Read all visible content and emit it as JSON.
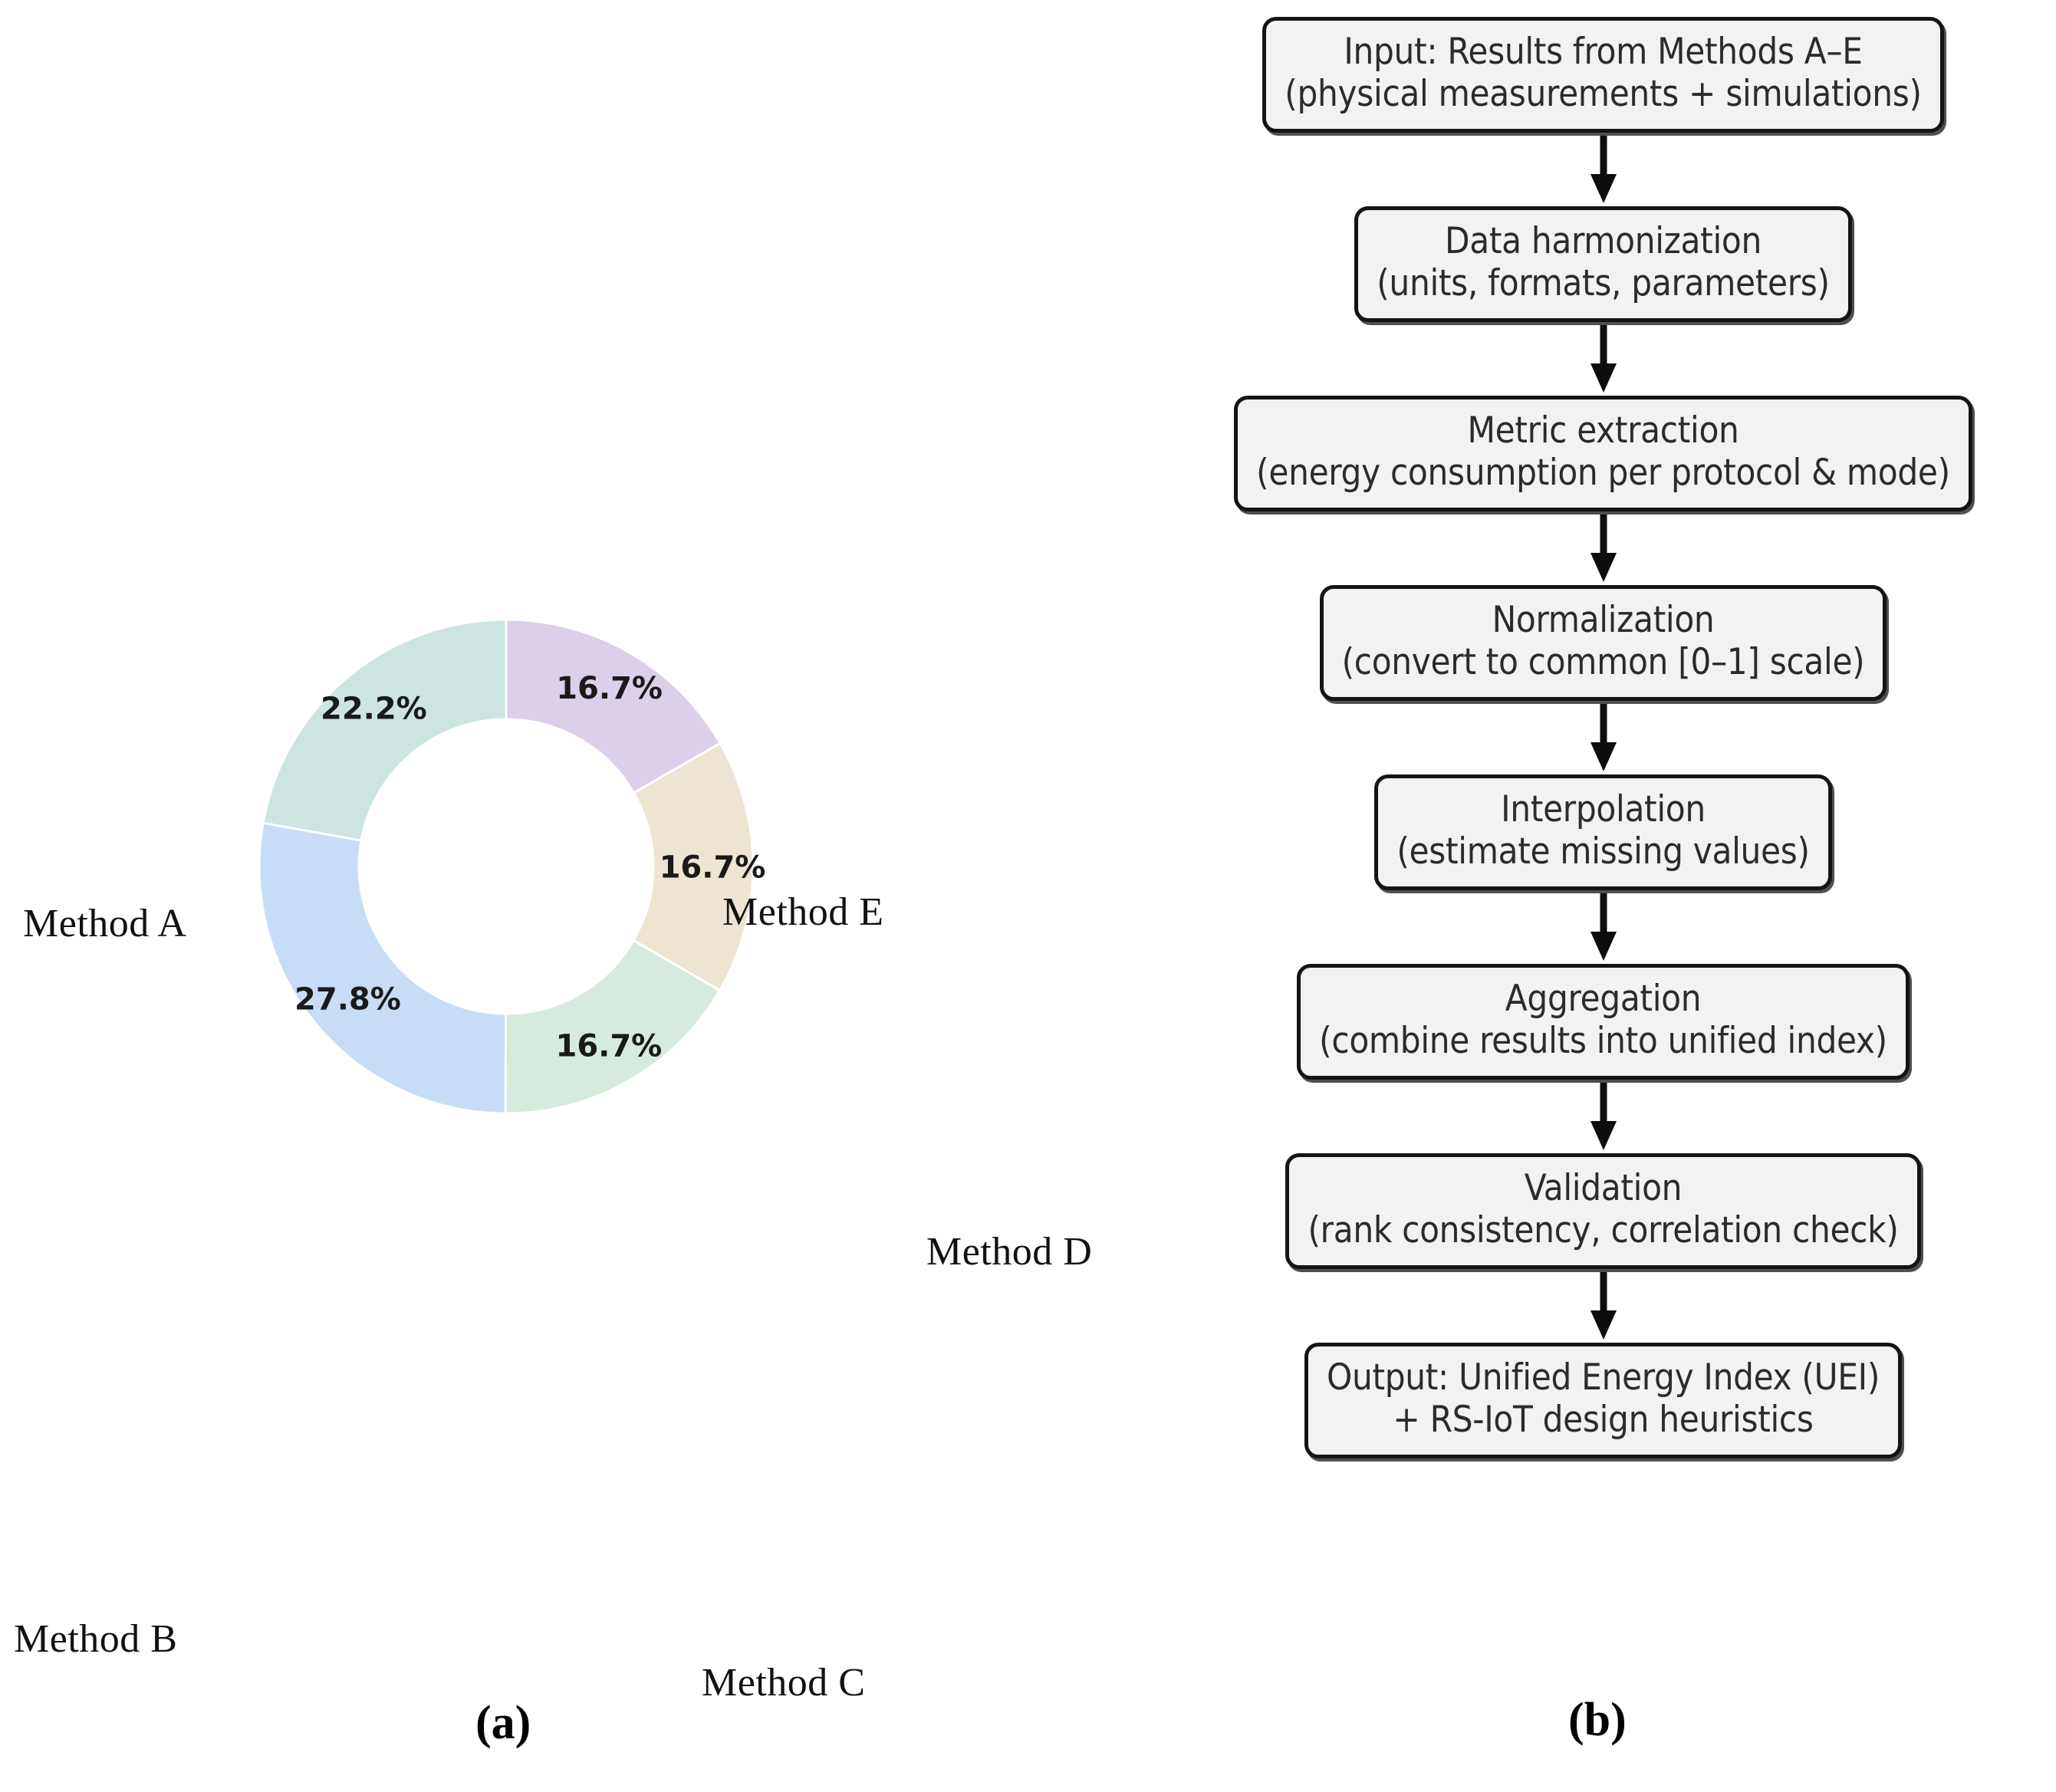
{
  "figure": {
    "panel_a_caption": "(a)",
    "panel_b_caption": "(b)"
  },
  "chart_data": {
    "type": "pie",
    "variant": "donut",
    "title": "",
    "xlabel": "",
    "ylabel": "",
    "legend": "none",
    "labels_position": "outside",
    "value_labels_position": "inside-wedge",
    "start_angle_deg": 90,
    "direction": "clockwise",
    "inner_radius_ratio": 0.6,
    "categories": [
      "Method E",
      "Method D",
      "Method C",
      "Method B",
      "Method A"
    ],
    "values": [
      16.7,
      16.7,
      16.7,
      27.8,
      22.2
    ],
    "value_labels": [
      "16.7%",
      "16.7%",
      "16.7%",
      "27.8%",
      "22.2%"
    ],
    "colors": [
      "#DBCFE9",
      "#EDE4D2",
      "#D7EADE",
      "#C7DCF6",
      "#CCE5E1"
    ],
    "slices": [
      {
        "label": "Method E",
        "value": 16.7,
        "value_label": "16.7%",
        "color": "#DBCFE9"
      },
      {
        "label": "Method D",
        "value": 16.7,
        "value_label": "16.7%",
        "color": "#EDE4D2"
      },
      {
        "label": "Method C",
        "value": 16.7,
        "value_label": "16.7%",
        "color": "#D7EADE"
      },
      {
        "label": "Method B",
        "value": 27.8,
        "value_label": "27.8%",
        "color": "#C7DCF6"
      },
      {
        "label": "Method A",
        "value": 22.2,
        "value_label": "22.2%",
        "color": "#CCE5E1"
      }
    ]
  },
  "flowchart": {
    "node_fill": "#F2F2F2",
    "node_border": "#141414",
    "arrow_color": "#0d0d0d",
    "arrow_icon": "down-arrow-icon",
    "nodes": [
      {
        "id": "input",
        "line1": "Input: Results from Methods A–E",
        "line2": "(physical measurements + simulations)"
      },
      {
        "id": "harmonization",
        "line1": "Data harmonization",
        "line2": "(units, formats, parameters)"
      },
      {
        "id": "metric",
        "line1": "Metric extraction",
        "line2": "(energy consumption per protocol & mode)"
      },
      {
        "id": "normalization",
        "line1": "Normalization",
        "line2": "(convert to common [0–1] scale)"
      },
      {
        "id": "interpolation",
        "line1": "Interpolation",
        "line2": "(estimate missing values)"
      },
      {
        "id": "aggregation",
        "line1": "Aggregation",
        "line2": "(combine results into unified index)"
      },
      {
        "id": "validation",
        "line1": "Validation",
        "line2": "(rank consistency, correlation check)"
      },
      {
        "id": "output",
        "line1": "Output: Unified Energy Index (UEI)",
        "line2": "+ RS-IoT design heuristics"
      }
    ]
  }
}
